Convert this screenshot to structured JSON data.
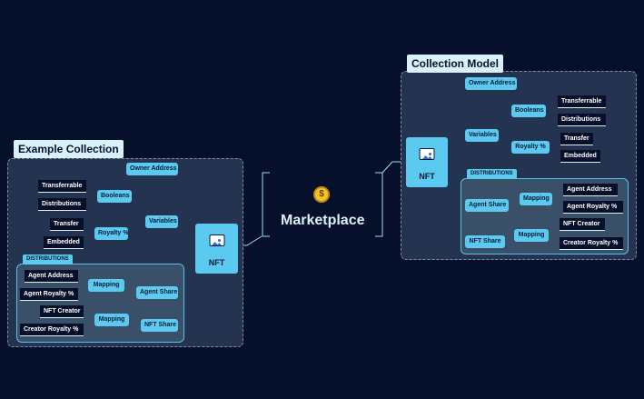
{
  "left": {
    "title": "Example Collection",
    "root": "NFT",
    "owner_address": "Owner Address",
    "variables": "Variables",
    "booleans": "Booleans",
    "transferrable": "Transferrable",
    "distributions_leaf": "Distributions",
    "royalty": "Royalty %",
    "transfer": "Transfer",
    "embedded": "Embedded",
    "distributions_tag": "DISTRIBUTIONS",
    "agent_share": "Agent Share",
    "mapping1": "Mapping",
    "agent_address": "Agent Address",
    "agent_royalty": "Agent Royalty %",
    "nft_share": "NFT Share",
    "mapping2": "Mapping",
    "nft_creator": "NFT Creator",
    "creator_royalty": "Creator Royalty %"
  },
  "center": {
    "title": "Marketplace",
    "coin_symbol": "$"
  },
  "right": {
    "title": "Collection Model",
    "root": "NFT",
    "owner_address": "Owner Address",
    "variables": "Variables",
    "booleans": "Booleans",
    "transferrable": "Transferrable",
    "distributions_leaf": "Distributions",
    "royalty": "Royalty %",
    "transfer": "Transfer",
    "embedded": "Embedded",
    "distributions_tag": "DISTRIBUTIONS",
    "agent_share": "Agent Share",
    "mapping1": "Mapping",
    "agent_address": "Agent Address",
    "agent_royalty": "Agent Royalty %",
    "nft_share": "NFT Share",
    "mapping2": "Mapping",
    "nft_creator": "NFT Creator",
    "creator_royalty": "Creator Royalty %"
  },
  "colors": {
    "background": "#07102a",
    "node_fill": "#5bc9f0",
    "group_fill": "#243450",
    "connector": "#9fdcf5"
  }
}
